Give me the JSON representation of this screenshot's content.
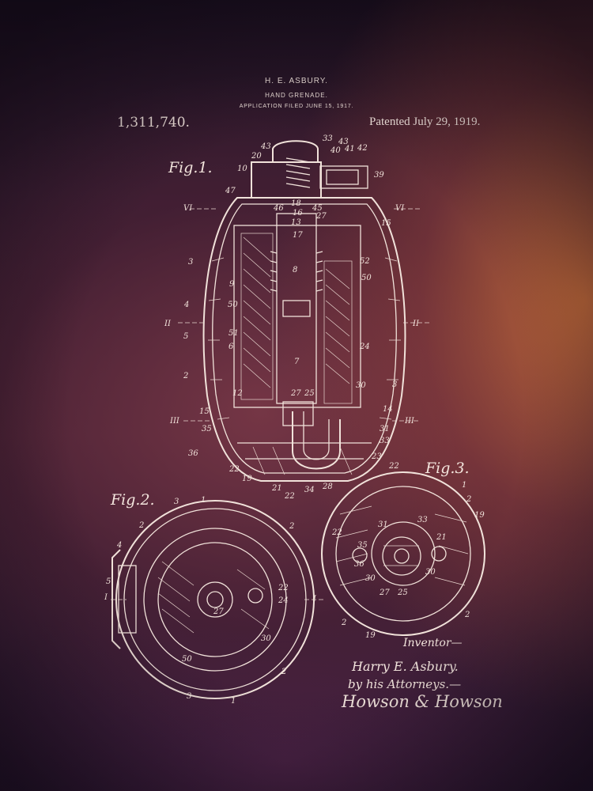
{
  "header": {
    "inventor_name": "H. E. ASBURY.",
    "title": "HAND GRENADE.",
    "application_filed": "APPLICATION FILED JUNE 15, 1917.",
    "patent_number": "1,311,740.",
    "patent_date": "Patented July 29, 1919."
  },
  "figures": {
    "fig1": "Fig.1.",
    "fig2": "Fig.2.",
    "fig3": "Fig.3."
  },
  "signature": {
    "inventor_label": "Inventor—",
    "inventor": "Harry E. Asbury.",
    "by_line": "by his Attorneys.—",
    "attorneys": "Howson & Howson"
  },
  "fig1_labels": [
    "43",
    "33",
    "43",
    "40",
    "41",
    "42",
    "39",
    "20",
    "10",
    "47",
    "46",
    "45",
    "18",
    "16",
    "13",
    "27",
    "15",
    "17",
    "3",
    "52",
    "8",
    "50",
    "4",
    "9",
    "50",
    "5",
    "51",
    "6",
    "24",
    "7",
    "3",
    "30",
    "2",
    "12",
    "25",
    "27",
    "14",
    "15",
    "31",
    "35",
    "33",
    "36",
    "23",
    "22",
    "19",
    "21",
    "22",
    "34",
    "28",
    "VI",
    "VI",
    "II",
    "II",
    "III",
    "III"
  ],
  "fig2_labels": [
    "3",
    "1",
    "2",
    "4",
    "5",
    "I",
    "22",
    "24",
    "27",
    "30",
    "50",
    "I",
    "2",
    "3",
    "1",
    "2"
  ],
  "fig3_labels": [
    "22",
    "1",
    "2",
    "19",
    "33",
    "31",
    "22",
    "35",
    "36",
    "21",
    "30",
    "27",
    "25",
    "30",
    "2",
    "19",
    "2"
  ]
}
